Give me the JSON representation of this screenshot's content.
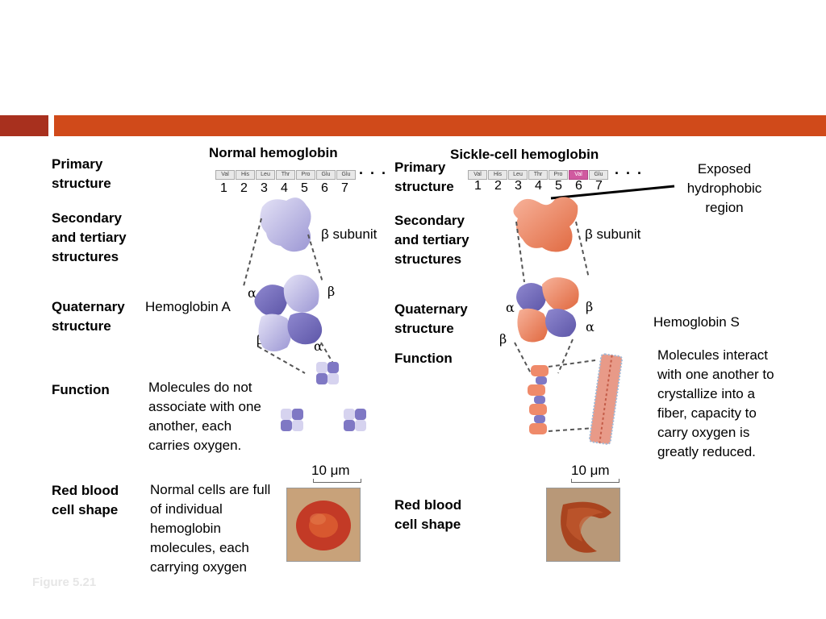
{
  "normal": {
    "title": "Normal hemoglobin",
    "amino_acids": [
      "Val",
      "His",
      "Leu",
      "Thr",
      "Pro",
      "Glu",
      "Glu"
    ],
    "positions": [
      "1",
      "2",
      "3",
      "4",
      "5",
      "6",
      "7"
    ],
    "dots": ". . .",
    "primary_label": "Primary structure",
    "secondary_label": "Secondary and tertiary structures",
    "subunit_label": "β subunit",
    "quaternary_label": "Quaternary structure",
    "hemoglobin_label": "Hemoglobin A",
    "greek": {
      "alpha_top": "α",
      "beta_top": "β",
      "beta_bottom": "β",
      "alpha_bottom": "α"
    },
    "function_label": "Function",
    "function_text": "Molecules do not associate with one another, each carries oxygen.",
    "scale": "10 μm",
    "rbc_label": "Red blood cell shape",
    "rbc_text": "Normal cells are full of individual hemoglobin molecules, each carrying oxygen"
  },
  "sickle": {
    "title": "Sickle-cell hemoglobin",
    "amino_acids": [
      "Val",
      "His",
      "Leu",
      "Thr",
      "Pro",
      "Val",
      "Glu"
    ],
    "highlight_index": 5,
    "positions": [
      "1",
      "2",
      "3",
      "4",
      "5",
      "6",
      "7"
    ],
    "dots": ". . .",
    "primary_label": "Primary structure",
    "exposed_label": "Exposed hydrophobic region",
    "secondary_label": "Secondary and tertiary structures",
    "subunit_label": "β subunit",
    "quaternary_label": "Quaternary structure",
    "hemoglobin_label": "Hemoglobin S",
    "greek": {
      "alpha_left": "α",
      "beta_right": "β",
      "alpha_right": "α",
      "beta_bottom": "β"
    },
    "function_label": "Function",
    "function_text": "Molecules interact with one another to crystallize into a fiber, capacity to carry oxygen is greatly reduced.",
    "scale": "10 μm",
    "rbc_label": "Red blood cell shape"
  },
  "figure_label": "Figure 5.21",
  "colors": {
    "bar_dark": "#a8301e",
    "bar_orange": "#d04a1a",
    "normal_protein": "#a9a4dc",
    "sickle_protein": "#ef8a6a",
    "highlight": "#d05aa0"
  }
}
